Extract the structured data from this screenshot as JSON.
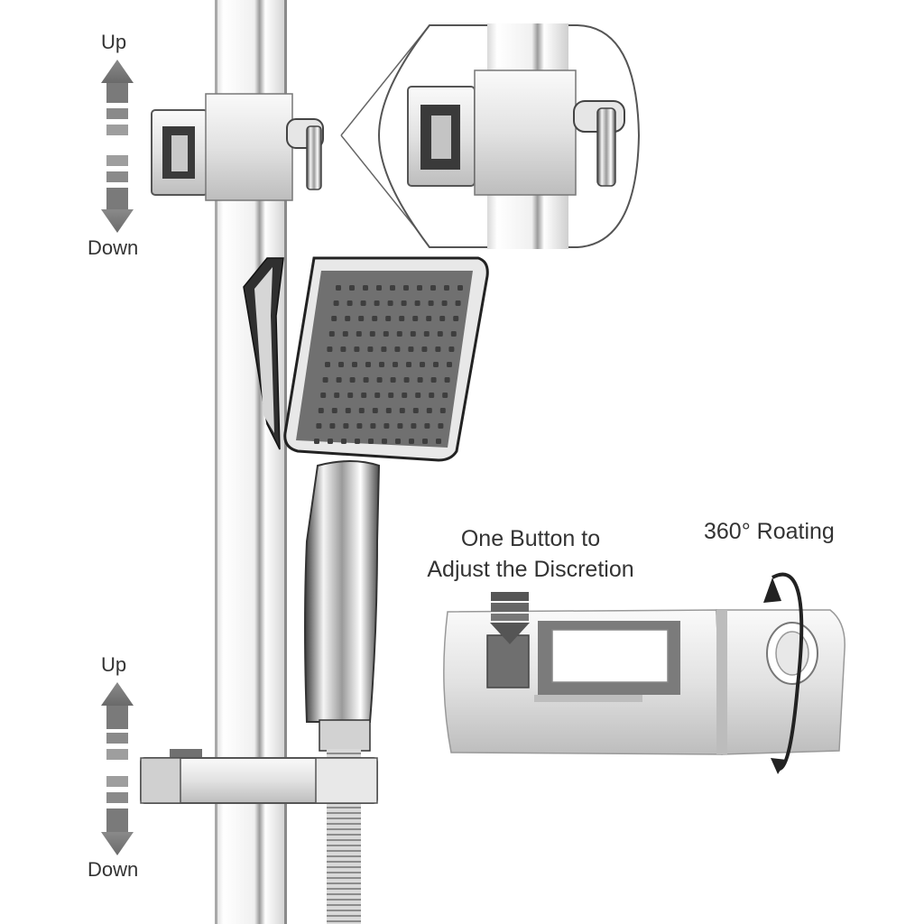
{
  "upper_arrow": {
    "up_label": "Up",
    "down_label": "Down"
  },
  "lower_arrow": {
    "up_label": "Up",
    "down_label": "Down"
  },
  "button_callout": {
    "line1": "One Button to",
    "line2": "Adjust the Discretion"
  },
  "rotate_callout": {
    "text": "360° Roating"
  },
  "colors": {
    "chrome_light": "#f4f4f4",
    "chrome_dark": "#2a2a2a",
    "arrow_gray": "#7a7a7a",
    "nozzle_gray": "#6e6e6e",
    "text": "#333333"
  }
}
